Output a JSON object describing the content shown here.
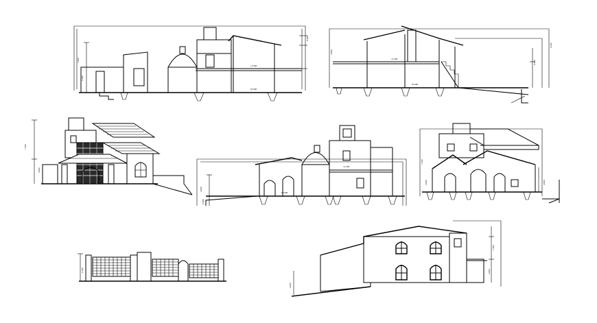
{
  "drawing": {
    "background": "#ffffff",
    "line_color": "#000000",
    "views": [
      {
        "id": "section-a",
        "kind": "section",
        "dim_labels": [
          "7.300",
          "3.100",
          "0.300"
        ]
      },
      {
        "id": "section-b",
        "kind": "section",
        "dim_labels": [
          "2.900",
          "0.300",
          "0.300"
        ]
      },
      {
        "id": "elevation-front",
        "kind": "elevation",
        "dim_labels": [
          "7.300",
          "4.000"
        ]
      },
      {
        "id": "section-c",
        "kind": "section",
        "dim_labels": [
          "3.000",
          "0.300"
        ]
      },
      {
        "id": "elevation-right",
        "kind": "elevation",
        "dim_labels": [
          "7.300",
          "4.000",
          "3.000"
        ]
      },
      {
        "id": "elevation-fence",
        "kind": "elevation",
        "dim_labels": [
          "2.100"
        ]
      },
      {
        "id": "elevation-rear",
        "kind": "elevation",
        "dim_labels": [
          "3.000",
          "7.300"
        ]
      }
    ]
  }
}
